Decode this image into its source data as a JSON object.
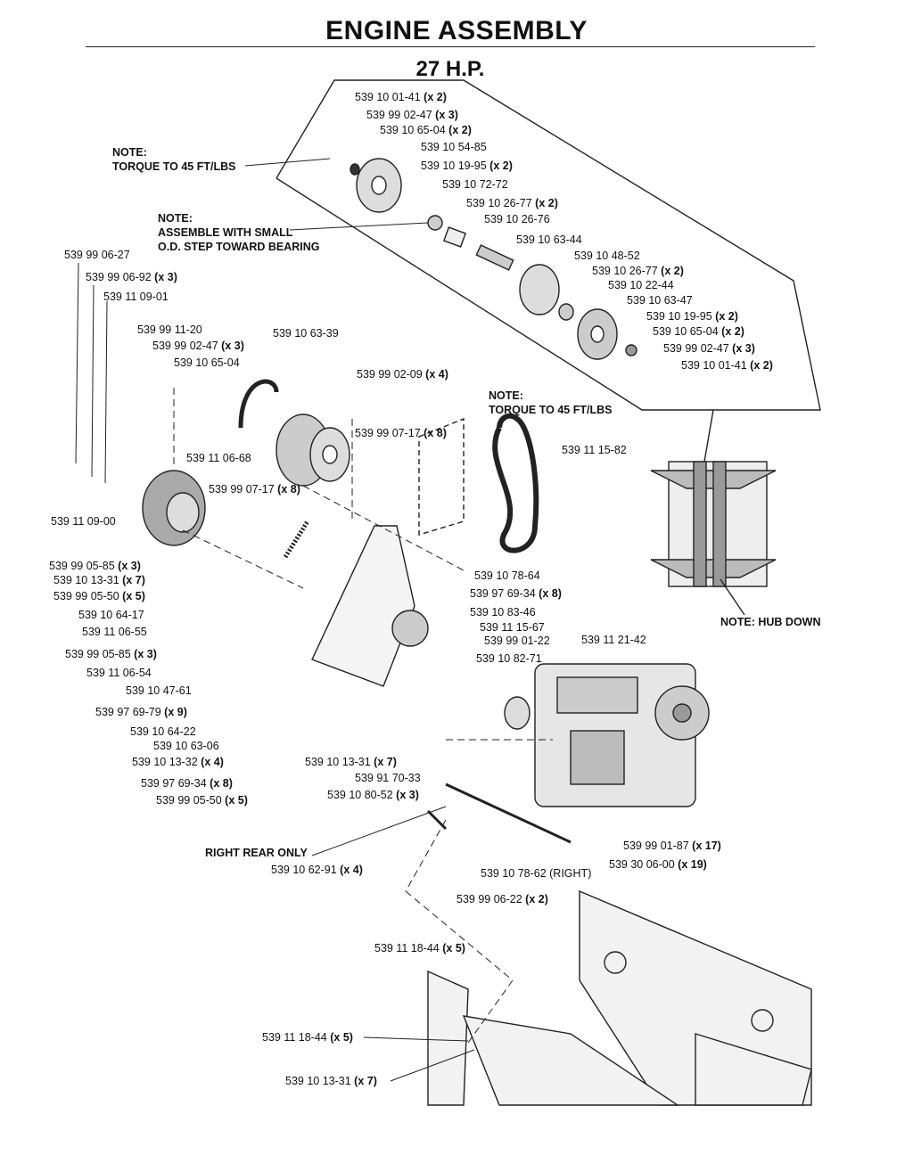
{
  "header": {
    "title": "ENGINE ASSEMBLY",
    "subtitle": "27 H.P."
  },
  "notes": [
    {
      "id": "torque-top",
      "lines": [
        "NOTE:",
        "TORQUE TO 45 FT/LBS"
      ]
    },
    {
      "id": "assemble",
      "lines": [
        "NOTE:",
        "ASSEMBLE WITH SMALL",
        "O.D. STEP TOWARD BEARING"
      ]
    },
    {
      "id": "torque-mid",
      "lines": [
        "NOTE:",
        "TORQUE TO 45 FT/LBS"
      ]
    },
    {
      "id": "hub-down",
      "lines": [
        "NOTE: HUB DOWN"
      ]
    },
    {
      "id": "right-rear",
      "lines": [
        "RIGHT REAR ONLY"
      ]
    }
  ],
  "parts": [
    {
      "num": "539 10 01-41",
      "qty": "(x 2)"
    },
    {
      "num": "539 99 02-47",
      "qty": "(x 3)"
    },
    {
      "num": "539 10 65-04",
      "qty": "(x 2)"
    },
    {
      "num": "539 10 54-85",
      "qty": ""
    },
    {
      "num": "539 10 19-95",
      "qty": "(x 2)"
    },
    {
      "num": "539 10 72-72",
      "qty": ""
    },
    {
      "num": "539 10 26-77",
      "qty": "(x 2)"
    },
    {
      "num": "539 10 26-76",
      "qty": ""
    },
    {
      "num": "539 10 63-44",
      "qty": ""
    },
    {
      "num": "539 10 48-52",
      "qty": ""
    },
    {
      "num": "539 10 26-77",
      "qty": "(x 2)"
    },
    {
      "num": "539 10 22-44",
      "qty": ""
    },
    {
      "num": "539 10 63-47",
      "qty": ""
    },
    {
      "num": "539 10 19-95",
      "qty": "(x 2)"
    },
    {
      "num": "539 10 65-04",
      "qty": "(x 2)"
    },
    {
      "num": "539 99 02-47",
      "qty": "(x 3)"
    },
    {
      "num": "539 10 01-41",
      "qty": "(x 2)"
    },
    {
      "num": "539 99 06-27",
      "qty": ""
    },
    {
      "num": "539 99 06-92",
      "qty": "(x 3)"
    },
    {
      "num": "539 11 09-01",
      "qty": ""
    },
    {
      "num": "539 10 63-39",
      "qty": ""
    },
    {
      "num": "539 99 11-20",
      "qty": ""
    },
    {
      "num": "539 99 02-47",
      "qty": "(x 3)"
    },
    {
      "num": "539 10 65-04",
      "qty": ""
    },
    {
      "num": "539 99 02-09",
      "qty": "(x 4)"
    },
    {
      "num": "539 99 07-17",
      "qty": "(x 8)"
    },
    {
      "num": "539 11 15-82",
      "qty": ""
    },
    {
      "num": "539 11 06-68",
      "qty": ""
    },
    {
      "num": "539 99 07-17",
      "qty": "(x 8)"
    },
    {
      "num": "539 11 09-00",
      "qty": ""
    },
    {
      "num": "539 99 05-85",
      "qty": "(x 3)"
    },
    {
      "num": "539 10 13-31",
      "qty": "(x 7)"
    },
    {
      "num": "539 99 05-50",
      "qty": "(x 5)"
    },
    {
      "num": "539 10 78-64",
      "qty": ""
    },
    {
      "num": "539 97 69-34",
      "qty": "(x 8)"
    },
    {
      "num": "539 10 64-17",
      "qty": ""
    },
    {
      "num": "539 10 83-46",
      "qty": ""
    },
    {
      "num": "539 11 06-55",
      "qty": ""
    },
    {
      "num": "539 11 15-67",
      "qty": ""
    },
    {
      "num": "539 99 01-22",
      "qty": ""
    },
    {
      "num": "539 11 21-42",
      "qty": ""
    },
    {
      "num": "539 99 05-85",
      "qty": "(x 3)"
    },
    {
      "num": "539 10 82-71",
      "qty": ""
    },
    {
      "num": "539 11 06-54",
      "qty": ""
    },
    {
      "num": "539 10 47-61",
      "qty": ""
    },
    {
      "num": "539 97 69-79",
      "qty": "(x 9)"
    },
    {
      "num": "539 10 64-22",
      "qty": ""
    },
    {
      "num": "539 10 63-06",
      "qty": ""
    },
    {
      "num": "539 10 13-32",
      "qty": "(x 4)"
    },
    {
      "num": "539 10 13-31",
      "qty": "(x 7)"
    },
    {
      "num": "539 91 70-33",
      "qty": ""
    },
    {
      "num": "539 97 69-34",
      "qty": "(x 8)"
    },
    {
      "num": "539 10 80-52",
      "qty": "(x 3)"
    },
    {
      "num": "539 99 05-50",
      "qty": "(x 5)"
    },
    {
      "num": "539 99 01-87",
      "qty": "(x 17)"
    },
    {
      "num": "539 30 06-00",
      "qty": "(x 19)"
    },
    {
      "num": "539 10 62-91",
      "qty": "(x 4)"
    },
    {
      "num": "539 10 78-62 (RIGHT)",
      "qty": ""
    },
    {
      "num": "539 99 06-22",
      "qty": "(x 2)"
    },
    {
      "num": "539 11 18-44",
      "qty": "(x 5)"
    },
    {
      "num": "539 11 18-44",
      "qty": "(x 5)"
    },
    {
      "num": "539 10 13-31",
      "qty": "(x 7)"
    }
  ]
}
